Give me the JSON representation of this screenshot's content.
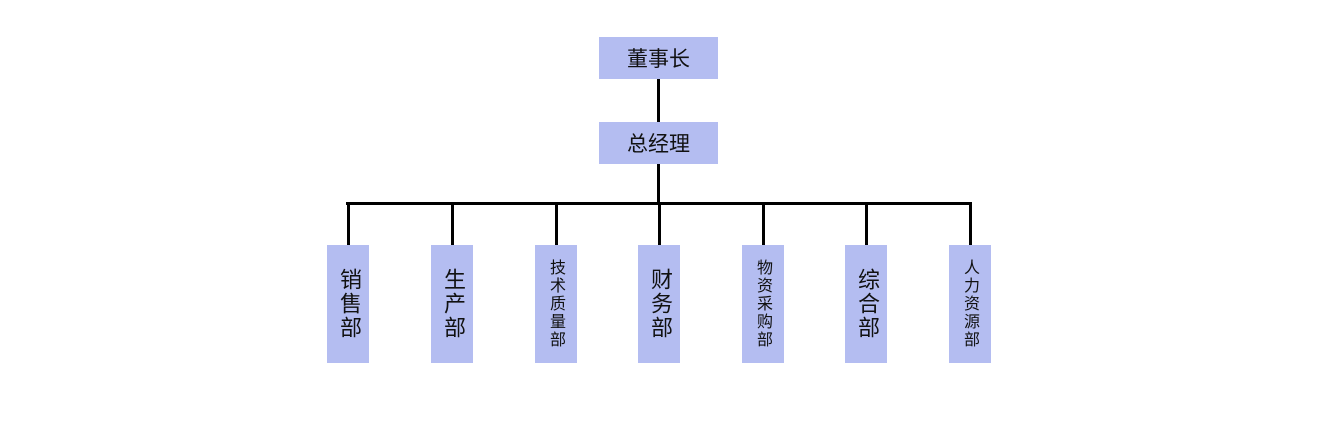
{
  "chairman": "董事长",
  "general_manager": "总经理",
  "departments": [
    "销售部",
    "生产部",
    "技术质量部",
    "财务部",
    "物资采购部",
    "综合部",
    "人力资源部"
  ],
  "colors": {
    "box": "#b4bdf1",
    "line": "#000000"
  }
}
